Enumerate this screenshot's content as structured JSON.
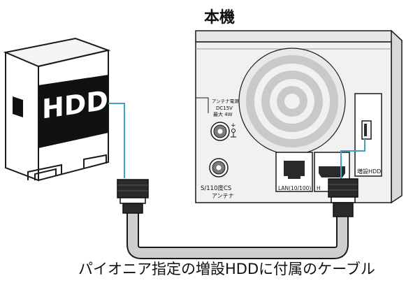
{
  "title": "本機",
  "hdd_label": "HDD",
  "cable_caption": "パイオニア指定の増設HDDに付属のケーブル",
  "rear_panel": {
    "antenna_power_lines": [
      "アンテナ電源",
      "DC15V",
      "最大 4W"
    ],
    "antenna_label_line1": "S/110度CS",
    "antenna_label_line2": "アンテナ",
    "lan_label": "LAN(10/100)",
    "hdmi_label_partial": "H",
    "usb_hdd_label": "増設HDD"
  },
  "colors": {
    "outline": "#1a1a1a",
    "panel_fill": "#f1f1f1",
    "cable_gray": "#cfcfcf",
    "accent_cyan": "#3fa3bf",
    "port_dark": "#2a2a2a"
  }
}
